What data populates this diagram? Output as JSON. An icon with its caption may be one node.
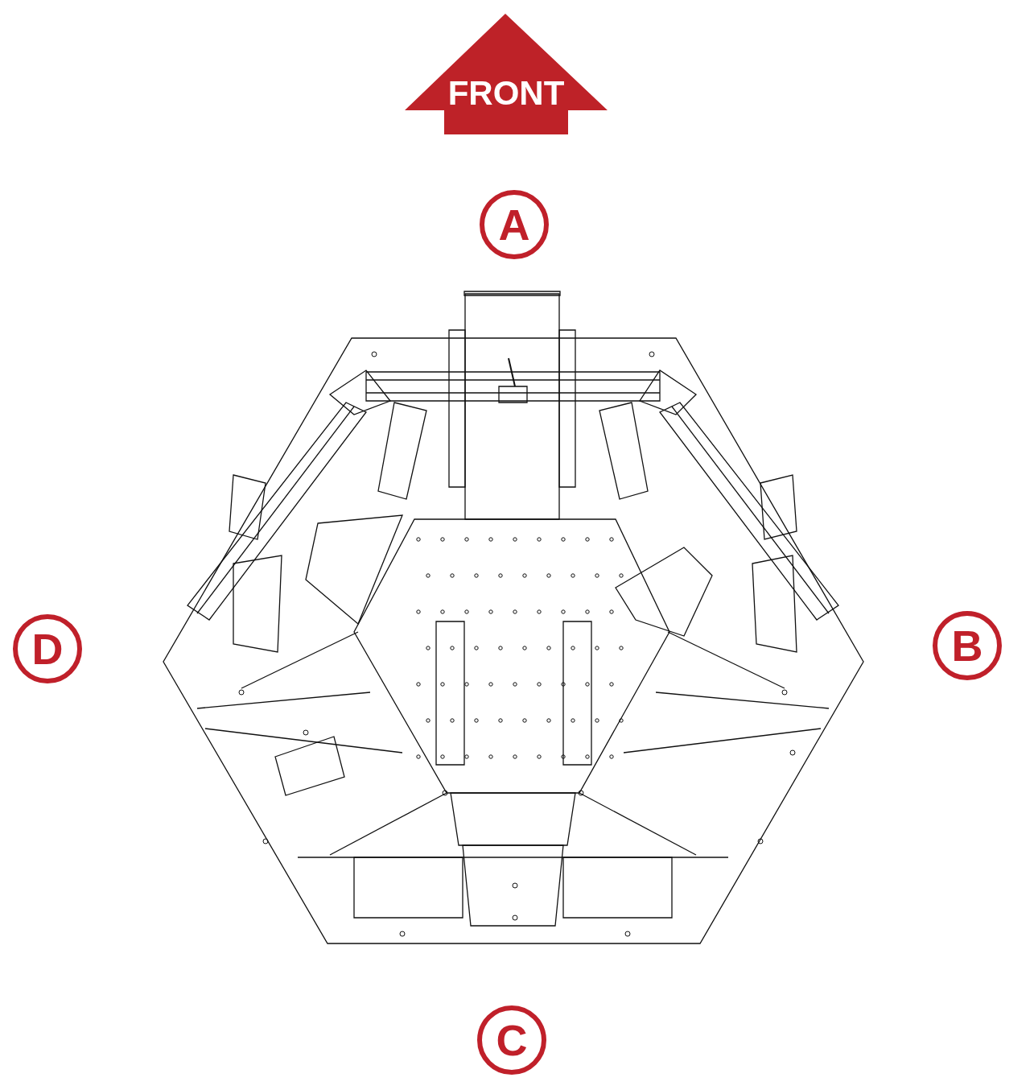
{
  "diagram": {
    "nodes": [
      {
        "text": [
          "FRONT"
        ]
      },
      {
        "text": [
          "A"
        ]
      },
      {
        "text": [
          "B"
        ]
      },
      {
        "text": [
          "C"
        ]
      },
      {
        "text": [
          "D"
        ]
      }
    ]
  }
}
